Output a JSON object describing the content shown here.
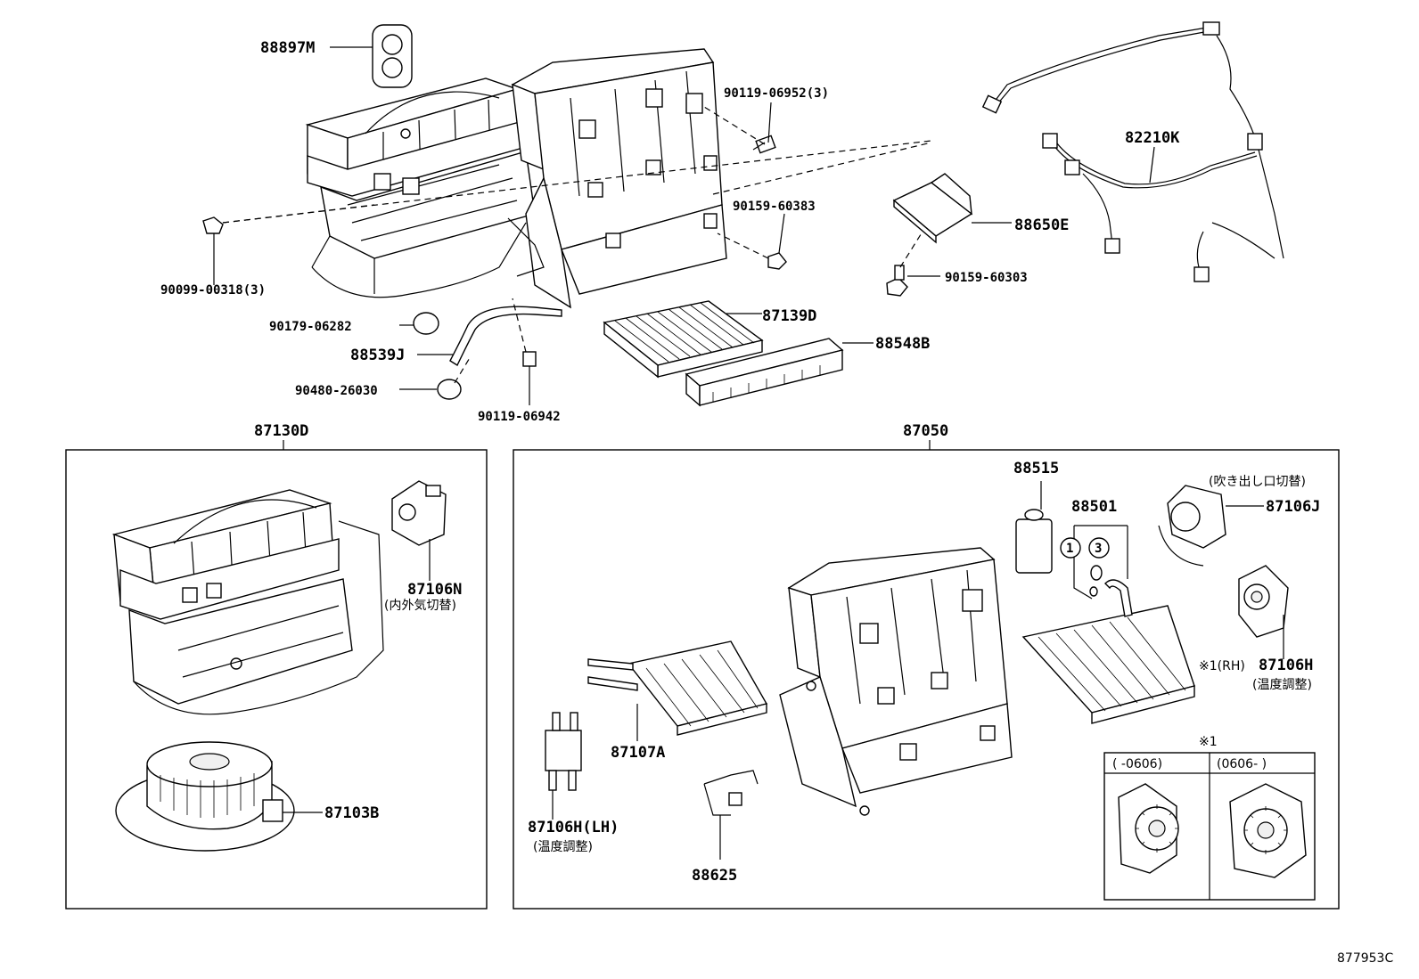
{
  "diagram_id": "877953C",
  "callouts": {
    "c88897M": "88897M",
    "c90119_06952": "90119-06952(3)",
    "c82210K": "82210K",
    "c90159_60383": "90159-60383",
    "c88650E": "88650E",
    "c90159_60303": "90159-60303",
    "c90099_00318": "90099-00318(3)",
    "c90179_06282": "90179-06282",
    "c88539J": "88539J",
    "c87139D": "87139D",
    "c88548B": "88548B",
    "c90480_26030": "90480-26030",
    "c90119_06942": "90119-06942"
  },
  "group_left": {
    "title": "87130D",
    "c87106N": "87106N",
    "c87106N_note": "(内外気切替)",
    "c87103B": "87103B"
  },
  "group_right": {
    "title": "87050",
    "c88515": "88515",
    "c88501": "88501",
    "circle_1": "1",
    "circle_3": "3",
    "c87106J_note": "(吹き出し口切替)",
    "c87106J": "87106J",
    "c87106H_prefix": "※1(RH)",
    "c87106H": "87106H",
    "c87106H_note": "(温度調整)",
    "c87107A": "87107A",
    "c87106H_LH": "87106H(LH)",
    "c87106H_LH_note": "(温度調整)",
    "c88625": "88625"
  },
  "inset": {
    "title": "※1",
    "col_left": "(     -0606)",
    "col_right": "(0606-     )"
  }
}
